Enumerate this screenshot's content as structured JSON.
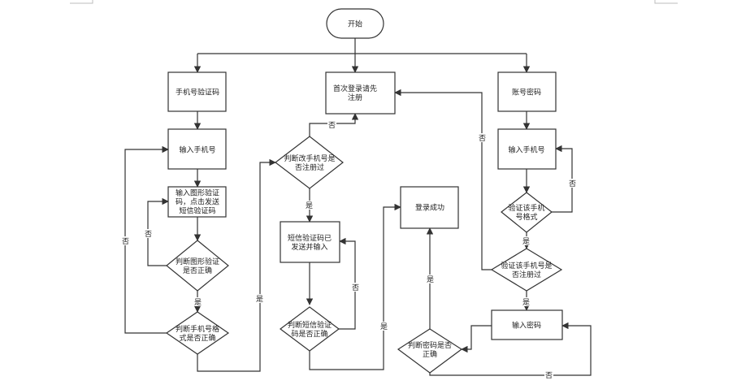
{
  "nodes": {
    "start": [
      "开始"
    ],
    "phone_code": [
      "手机号验证码"
    ],
    "first_login": [
      "首次登录请先",
      "注册"
    ],
    "account_pwd": [
      "账号密码"
    ],
    "input_phone_left": [
      "输入手机号"
    ],
    "input_phone_right": [
      "输入手机号"
    ],
    "captcha": [
      "输入图形验证",
      "码，点击发送",
      "短信验证码"
    ],
    "check_registered": [
      "判断改手机号是",
      "否注册过"
    ],
    "login_success": [
      "登录成功"
    ],
    "check_phone_format_right": [
      "验证该手机",
      "号格式"
    ],
    "check_captcha": [
      "判断图形验证",
      "是否正确"
    ],
    "sms_sent": [
      "短信验证码已",
      "发送并输入"
    ],
    "check_registered_right": [
      "验证该手机号是",
      "否注册过"
    ],
    "input_password": [
      "输入密码"
    ],
    "check_phone_format_left": [
      "判断手机号格",
      "式是否正确"
    ],
    "check_sms": [
      "判断短信验证",
      "码是否正确"
    ],
    "check_password": [
      "判断密码是否",
      "正确"
    ]
  },
  "edge_labels": {
    "no": "否",
    "yes": "是"
  }
}
